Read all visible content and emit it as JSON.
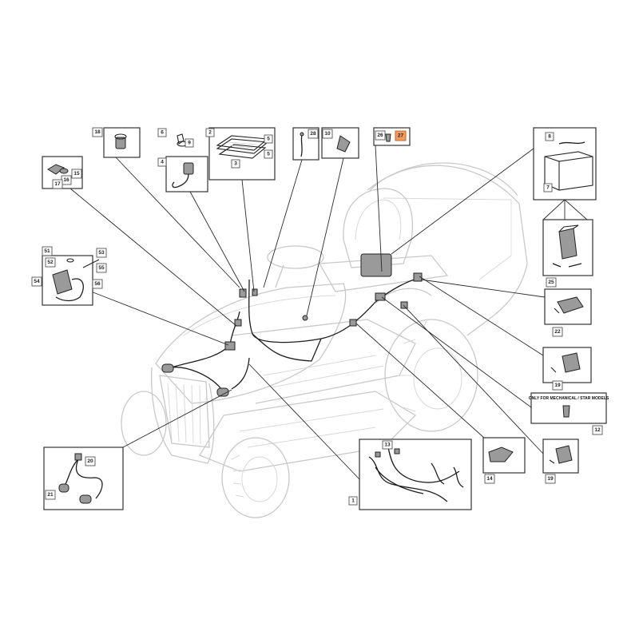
{
  "tags": {
    "t1": "1",
    "t2": "2",
    "t3": "3",
    "t4": "4",
    "t5a": "5",
    "t5b": "5",
    "t6": "6",
    "t7": "7",
    "t8": "8",
    "t9": "9",
    "t10": "10",
    "t12": "12",
    "t13": "13",
    "t14": "14",
    "t15": "15",
    "t16": "16",
    "t17": "17",
    "t18": "18",
    "t19a": "19",
    "t19b": "19",
    "t20": "20",
    "t21": "21",
    "t22": "22",
    "t25": "25",
    "t26": "26",
    "t27": "27",
    "t28": "28",
    "t51": "51",
    "t52": "52",
    "t53": "53",
    "t54": "54",
    "t55": "55",
    "t56": "56"
  },
  "note": "ONLY FOR MECHANICAL / STAR MODELS",
  "highlight_color": "#f29b5c"
}
